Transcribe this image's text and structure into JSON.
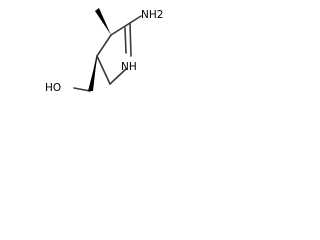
{
  "molecule": {
    "atoms": {
      "amino": "NH2",
      "ring_nitrogen": "NH",
      "hydroxyl": "HO"
    }
  }
}
